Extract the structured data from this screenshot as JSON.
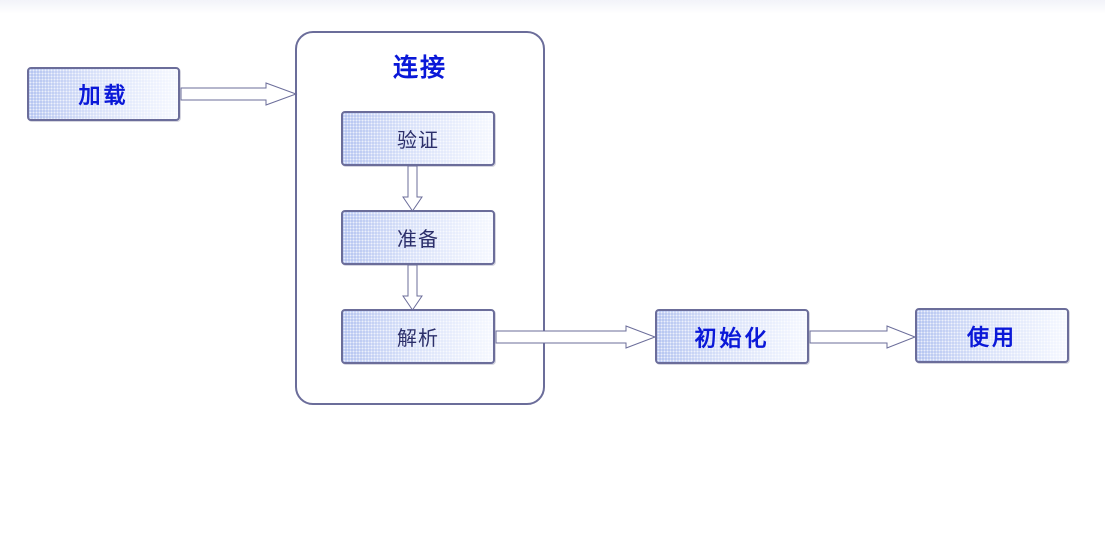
{
  "nodes": {
    "load": "加载",
    "link": "连接",
    "verify": "验证",
    "prepare": "准备",
    "resolve": "解析",
    "init": "初始化",
    "use": "使用"
  },
  "edges": [
    {
      "from": "load",
      "to": "link"
    },
    {
      "from": "verify",
      "to": "prepare"
    },
    {
      "from": "prepare",
      "to": "resolve"
    },
    {
      "from": "resolve",
      "to": "init"
    },
    {
      "from": "init",
      "to": "use"
    }
  ],
  "colors": {
    "border": "#6b6d9a",
    "outer_text": "#0a18d8",
    "inner_text": "#2c2f6a",
    "box_fill": "#c7d3f4"
  }
}
